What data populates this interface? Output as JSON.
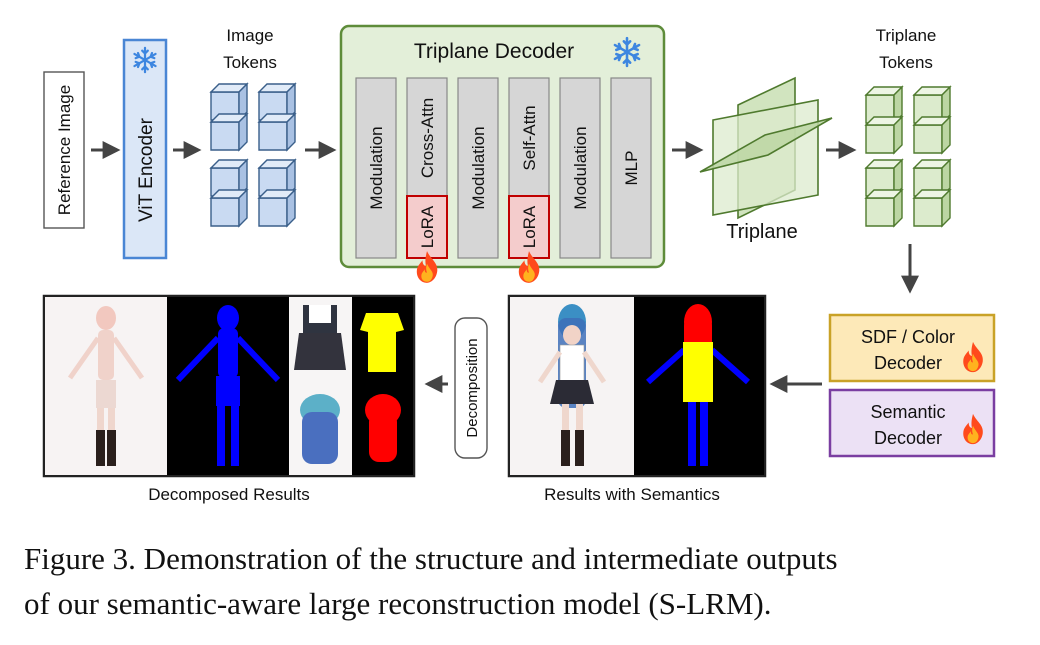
{
  "reference_image_label": "Reference Image",
  "vit_encoder_label": "ViT Encoder",
  "image_tokens_label": [
    "Image",
    "Tokens"
  ],
  "triplane_decoder": {
    "title": "Triplane Decoder",
    "modules": [
      "Modulation",
      "Cross-Attn",
      "Modulation",
      "Self-Attn",
      "Modulation",
      "MLP"
    ],
    "lora_label": "LoRA"
  },
  "triplane_label": "Triplane",
  "triplane_tokens_label": [
    "Triplane",
    "Tokens"
  ],
  "sdf_decoder_label": [
    "SDF / Color",
    "Decoder"
  ],
  "semantic_decoder_label": [
    "Semantic",
    "Decoder"
  ],
  "decomposition_label": "Decomposition",
  "results_with_semantics_label": "Results with Semantics",
  "decomposed_results_label": "Decomposed Results",
  "caption": {
    "line1": "Figure 3. Demonstration of the structure and intermediate outputs",
    "line2": "of our semantic-aware large reconstruction model (S-LRM)."
  },
  "colors": {
    "encoder_fill": "#dbe7f7",
    "encoder_stroke": "#4a86d4",
    "decoder_fill": "#e3efd9",
    "decoder_stroke": "#5e8c3a",
    "module_fill": "#d6d6d6",
    "lora_fill": "#f4cccc",
    "lora_stroke": "#c00000",
    "sdf_fill": "#fde9b8",
    "sdf_stroke": "#c9a227",
    "semantic_fill": "#ece1f5",
    "semantic_stroke": "#7a3ea1",
    "arrow": "#444444",
    "seg_hair": "#ff0000",
    "seg_body": "#0000ff",
    "seg_clothes": "#ffff00"
  },
  "icons": [
    "snowflake-icon",
    "flame-icon"
  ]
}
